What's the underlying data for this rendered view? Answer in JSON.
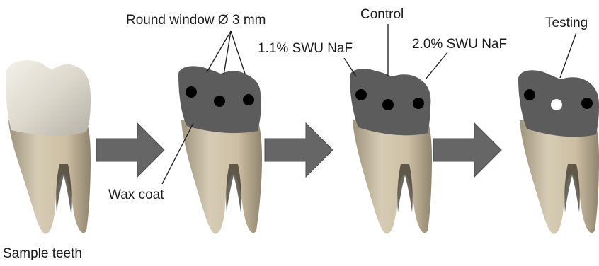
{
  "labels": {
    "round_window": "Round window Ø 3 mm",
    "control": "Control",
    "swu_1": "1.1% SWU NaF",
    "swu_2": "2.0% SWU NaF",
    "testing": "Testing",
    "wax_coat": "Wax coat",
    "sample_teeth": "Sample teeth"
  },
  "colors": {
    "tooth_root": "#cbbfa6",
    "tooth_crown": "#e2ddd0",
    "wax": "#5c5c5c",
    "window": "#000000",
    "tested_window": "#ffffff",
    "arrow": "#666666"
  }
}
